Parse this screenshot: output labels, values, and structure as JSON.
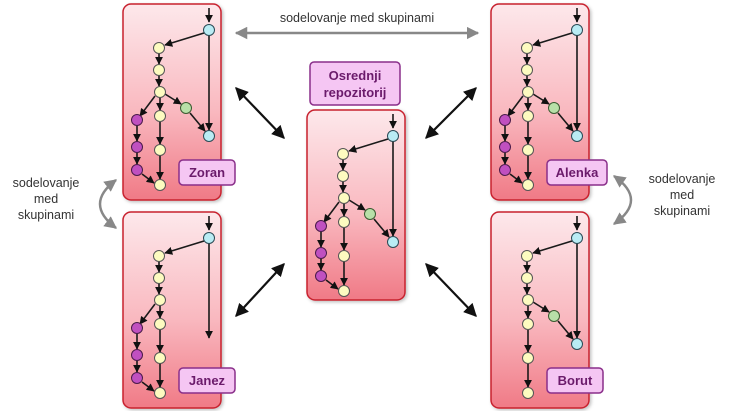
{
  "diagram": {
    "central_repository_label": [
      "Osrednji",
      "repozitorij"
    ],
    "collaboration_label_top": "sodelovanje med skupinami",
    "collaboration_label_left": [
      "sodelovanje",
      "med",
      "skupinami"
    ],
    "collaboration_label_right": [
      "sodelovanje",
      "med",
      "skupinami"
    ],
    "repositories": [
      {
        "id": "zoran",
        "name": "Zoran"
      },
      {
        "id": "janez",
        "name": "Janez"
      },
      {
        "id": "alenka",
        "name": "Alenka"
      },
      {
        "id": "borut",
        "name": "Borut"
      },
      {
        "id": "central",
        "name": ""
      }
    ]
  },
  "colors": {
    "panel_top": "#fbe3e6",
    "panel_bottom": "#f27b86",
    "panel_border": "#c8202f",
    "tag_fill": "#f5c6f3",
    "tag_border": "#8a2f8a",
    "node_yellow": "#fdfbc0",
    "node_blue": "#b9ecf4",
    "node_green": "#b8e0a8",
    "node_purple": "#c050c0",
    "arrow_black": "#111111",
    "arrow_gray": "#888888"
  }
}
